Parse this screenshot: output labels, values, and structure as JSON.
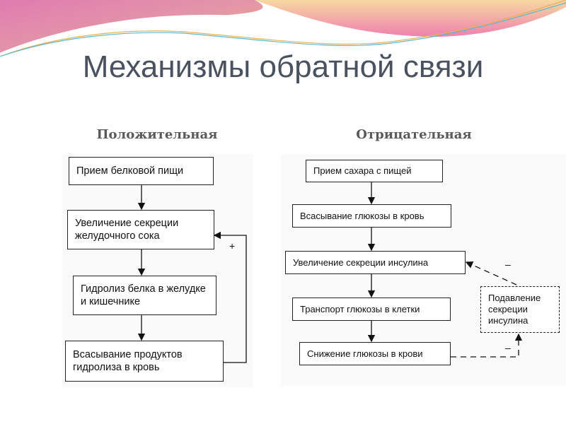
{
  "title": "Механизмы обратной связи",
  "positive": {
    "heading": "Положительная",
    "boxes": [
      "Прием белковой пищи",
      "Увеличение секреции желудочного сока",
      "Гидролиз белка в желудке и кишечнике",
      "Всасывание продуктов гидролиза в кровь"
    ],
    "feedback_sign": "+"
  },
  "negative": {
    "heading": "Отрицательная",
    "boxes": [
      "Прием сахара с пищей",
      "Всасывание глюкозы в кровь",
      "Увеличение секреции инсулина",
      "Транспорт глюкозы в клетки",
      "Снижение глюкозы в крови"
    ],
    "feedback_box": "Подавление секреции инсулина",
    "feedback_sign_top": "–",
    "feedback_sign_bottom": "–"
  }
}
